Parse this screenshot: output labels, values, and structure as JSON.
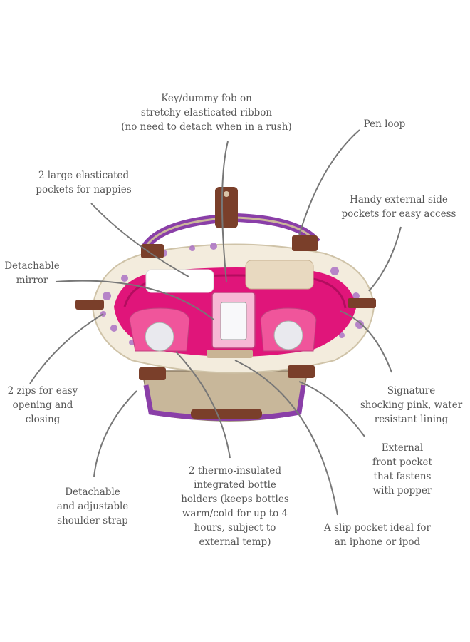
{
  "diagram": {
    "colors": {
      "text": "#555555",
      "leader": "#777777",
      "lining": "#e0157a",
      "purple": "#8a3fa8",
      "leather": "#7a3f2a",
      "canvas": "#f3ecdd"
    },
    "labels": [
      {
        "id": "key-fob",
        "text": "Key/dummy fob on\nstretchy elasticated ribbon\n(no need to detach when in a rush)"
      },
      {
        "id": "pen-loop",
        "text": "Pen loop"
      },
      {
        "id": "nappy-pockets",
        "text": "2 large elasticated\npockets for nappies"
      },
      {
        "id": "side-pockets",
        "text": "Handy external side\npockets for easy access"
      },
      {
        "id": "mirror",
        "text": "Detachable\nmirror"
      },
      {
        "id": "zips",
        "text": "2 zips for easy\nopening and\nclosing"
      },
      {
        "id": "lining",
        "text": "Signature\nshocking pink, water\nresistant lining"
      },
      {
        "id": "front-pocket",
        "text": "External\nfront pocket\nthat fastens\nwith popper"
      },
      {
        "id": "strap",
        "text": "Detachable\nand adjustable\nshoulder strap"
      },
      {
        "id": "bottle-holders",
        "text": "2 thermo-insulated\nintegrated bottle\nholders (keeps bottles\nwarm/cold for up to 4\nhours, subject to\nexternal temp)"
      },
      {
        "id": "slip-pocket",
        "text": "A slip pocket ideal for\nan iphone or ipod"
      }
    ]
  }
}
